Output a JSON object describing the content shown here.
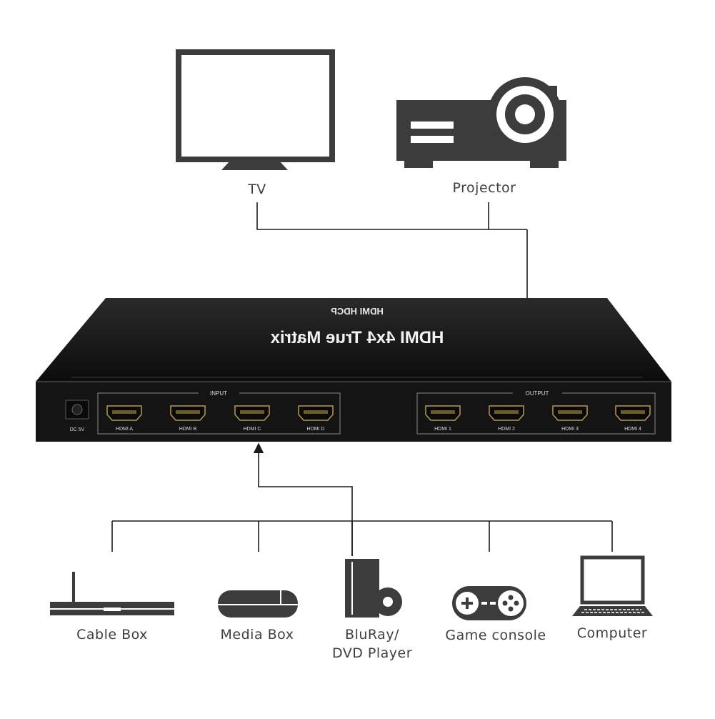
{
  "outputs": {
    "tv_label": "TV",
    "projector_label": "Projector"
  },
  "device": {
    "top_title": "HDMI 4x4 True Matrix",
    "top_features": "HDMI HDCP",
    "power_label": "DC 5V",
    "input_group_label": "INPUT",
    "output_group_label": "OUTPUT",
    "input_ports": [
      "HDMI A",
      "HDMI B",
      "HDMI C",
      "HDMI D"
    ],
    "output_ports": [
      "HDMI 1",
      "HDMI 2",
      "HDMI 3",
      "HDMI 4"
    ]
  },
  "sources": {
    "cable_box": "Cable Box",
    "media_box": "Media Box",
    "bluray_line1": "BluRay/",
    "bluray_line2": "DVD Player",
    "game_console": "Game console",
    "computer": "Computer"
  },
  "colors": {
    "icon": "#3c3c3c",
    "device_body": "#141414",
    "line": "#1a1a1a",
    "label_text": "#3f3f3f"
  }
}
